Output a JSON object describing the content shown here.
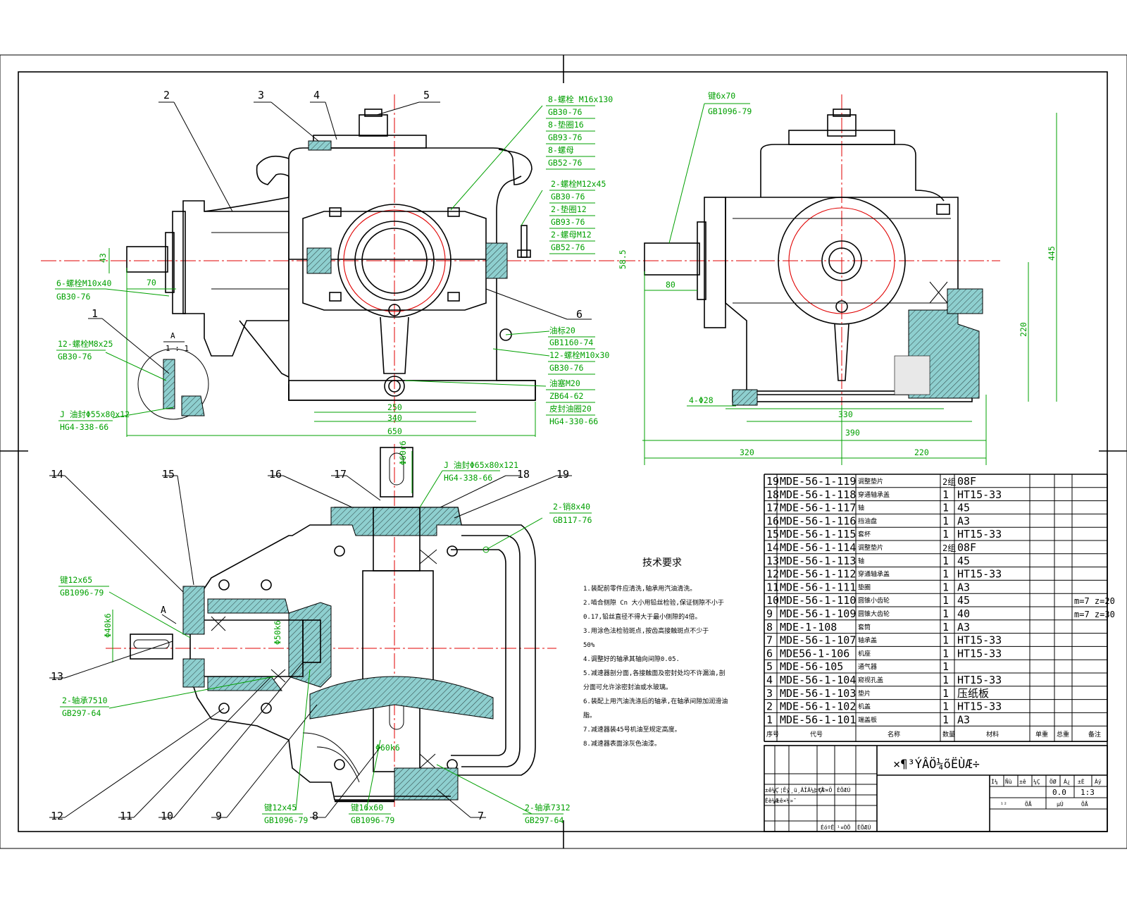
{
  "balloons": [
    "1",
    "2",
    "3",
    "4",
    "5",
    "6",
    "7",
    "8",
    "9",
    "10",
    "11",
    "12",
    "13",
    "14",
    "15",
    "16",
    "17",
    "18",
    "19"
  ],
  "section_label": "A",
  "detail_label": "A",
  "detail_scale": "1 : 1",
  "callouts_front": {
    "c1": "8-螺栓 M16x130",
    "c2": "GB30-76",
    "c3": "8-垫圈16",
    "c4": "GB93-76",
    "c5": "8-螺母",
    "c6": "GB52-76",
    "c7": "2-螺栓M12x45",
    "c8": "GB30-76",
    "c9": "2-垫圈12",
    "c10": "GB93-76",
    "c11": "2-螺母M12",
    "c12": "GB52-76",
    "c13": "6-螺栓M10x40",
    "c14": "GB30-76",
    "c15": "油标20",
    "c16": "GB1160-74",
    "c17": "12-螺栓M10x30",
    "c18": "GB30-76",
    "c19": "油塞M20",
    "c20": "ZB64-62",
    "c21": "皮封油圈20",
    "c22": "HG4-330-66",
    "c23": "12-螺栓M8x25",
    "c24": "GB30-76",
    "c25": "J 油封Φ55x80x12",
    "c26": "HG4-338-66"
  },
  "callouts_side": {
    "c1": "键6x70",
    "c2": "GB1096-79",
    "c3": "4-Φ28"
  },
  "callouts_plan": {
    "c1": "J 油封Φ65x80x121",
    "c2": "HG4-338-66",
    "c3": "2-销8x40",
    "c4": "GB117-76",
    "c5": "键12x65",
    "c6": "GB1096-79",
    "c7": "2-轴承7510",
    "c8": "GB297-64",
    "c9": "键12x45",
    "c10": "GB1096-79",
    "c11": "键16x60",
    "c12": "GB1096-79",
    "c13": "2-轴承7312",
    "c14": "GB297-64",
    "c15": "Φ40k6",
    "c16": "Φ50k6",
    "c17": "Φ60r6",
    "c18": "Φ60k6"
  },
  "dims_front": [
    "43",
    "70",
    "250",
    "340",
    "650"
  ],
  "dims_side": [
    "58.5",
    "80",
    "445",
    "220",
    "330",
    "390",
    "320",
    "220"
  ],
  "tech": {
    "title": "技术要求",
    "lines": [
      "1.装配前零件应清洗,轴承用汽油清洗。",
      "2.啮合侧隙 Cn 大小用铅丝检验,保证侧隙不小于",
      "0.17,铅丝直径不得大于最小侧隙的4倍。",
      "3.用涂色法检验斑点,按齿高接触斑点不少于",
      "50%",
      "4.调整好的轴承其轴向间隙0.05.",
      "5.减速器剖分面,各接触面及密封处均不许漏油,剖",
      "分面可允许涂密封油或水玻璃。",
      "6.装配上用汽油洗涤后的轴承,在轴承间隙加润滑油",
      "脂。",
      "7.减速器装45号机油至规定高度。",
      "8.减速器表面涂灰色油漆。"
    ]
  },
  "bom": [
    {
      "no": "19",
      "code": "MDE-56-1-119",
      "name": "调整垫片",
      "qty": "2组",
      "mat": "08F",
      "note": ""
    },
    {
      "no": "18",
      "code": "MDE-56-1-118",
      "name": "穿通轴承盖",
      "qty": "1",
      "mat": "HT15-33",
      "note": ""
    },
    {
      "no": "17",
      "code": "MDE-56-1-117",
      "name": "轴",
      "qty": "1",
      "mat": "45",
      "note": ""
    },
    {
      "no": "16",
      "code": "MDE-56-1-116",
      "name": "挡油盘",
      "qty": "1",
      "mat": "A3",
      "note": ""
    },
    {
      "no": "15",
      "code": "MDE-56-1-115",
      "name": "套杯",
      "qty": "1",
      "mat": "HT15-33",
      "note": ""
    },
    {
      "no": "14",
      "code": "MDE-56-1-114",
      "name": "调整垫片",
      "qty": "2组",
      "mat": "08F",
      "note": ""
    },
    {
      "no": "13",
      "code": "MDE-56-1-113",
      "name": "轴",
      "qty": "1",
      "mat": "45",
      "note": ""
    },
    {
      "no": "12",
      "code": "MDE-56-1-112",
      "name": "穿通轴承盖",
      "qty": "1",
      "mat": "HT15-33",
      "note": ""
    },
    {
      "no": "11",
      "code": "MDE-56-1-111",
      "name": "垫圈",
      "qty": "1",
      "mat": "A3",
      "note": ""
    },
    {
      "no": "10",
      "code": "MDE-56-1-110",
      "name": "圆锥小齿轮",
      "qty": "1",
      "mat": "45",
      "note": "m=7 z=20"
    },
    {
      "no": "9",
      "code": "MDE-56-1-109",
      "name": "圆锥大齿轮",
      "qty": "1",
      "mat": "40",
      "note": "m=7 z=30"
    },
    {
      "no": "8",
      "code": "MDE-1-108",
      "name": "套筒",
      "qty": "1",
      "mat": "A3",
      "note": ""
    },
    {
      "no": "7",
      "code": "MDE-56-1-107",
      "name": "轴承盖",
      "qty": "1",
      "mat": "HT15-33",
      "note": ""
    },
    {
      "no": "6",
      "code": "MDE56-1-106",
      "name": "机座",
      "qty": "1",
      "mat": "HT15-33",
      "note": ""
    },
    {
      "no": "5",
      "code": "MDE-56-105",
      "name": "通气器",
      "qty": "1",
      "mat": "",
      "note": ""
    },
    {
      "no": "4",
      "code": "MDE-56-1-104",
      "name": "窥视孔盖",
      "qty": "1",
      "mat": "HT15-33",
      "note": ""
    },
    {
      "no": "3",
      "code": "MDE-56-1-103",
      "name": "垫片",
      "qty": "1",
      "mat": "压纸板",
      "note": ""
    },
    {
      "no": "2",
      "code": "MDE-56-1-102",
      "name": "机盖",
      "qty": "1",
      "mat": "HT15-33",
      "note": ""
    },
    {
      "no": "1",
      "code": "MDE-56-1-101",
      "name": "端盖板",
      "qty": "1",
      "mat": "A3",
      "note": ""
    }
  ],
  "bom_header": [
    "序号",
    "代号",
    "名称",
    "数量",
    "材料",
    "单重",
    "总重",
    "备注"
  ],
  "title_block": {
    "title": "×¶³ÝÂÖ¼õËÙÆ÷",
    "labels_left": [
      "±ê¼Ç",
      "´¦Êý",
      "¸ü¸ÄÎÄ¼þºÅ",
      "Ç©×Ö",
      "ÈÕÆÚ"
    ],
    "labels_left2": [
      "Éè¼Æ",
      "±ê×¼»¯"
    ],
    "labels_bottom": [
      "ÉóºË",
      "¹¤ÒÕ",
      "ÈÕÆÚ"
    ],
    "right_head": [
      "Í¼",
      "Ñù",
      "±ê",
      "¼Ç",
      "ÖØ",
      "Á¿",
      "±È",
      "Àý"
    ],
    "weight": "0.0",
    "scale": "1:3",
    "sheet1": "¹²",
    "sheet1v": "ÕÅ",
    "sheet2": "µÚ",
    "sheet2v": "ÕÅ"
  }
}
